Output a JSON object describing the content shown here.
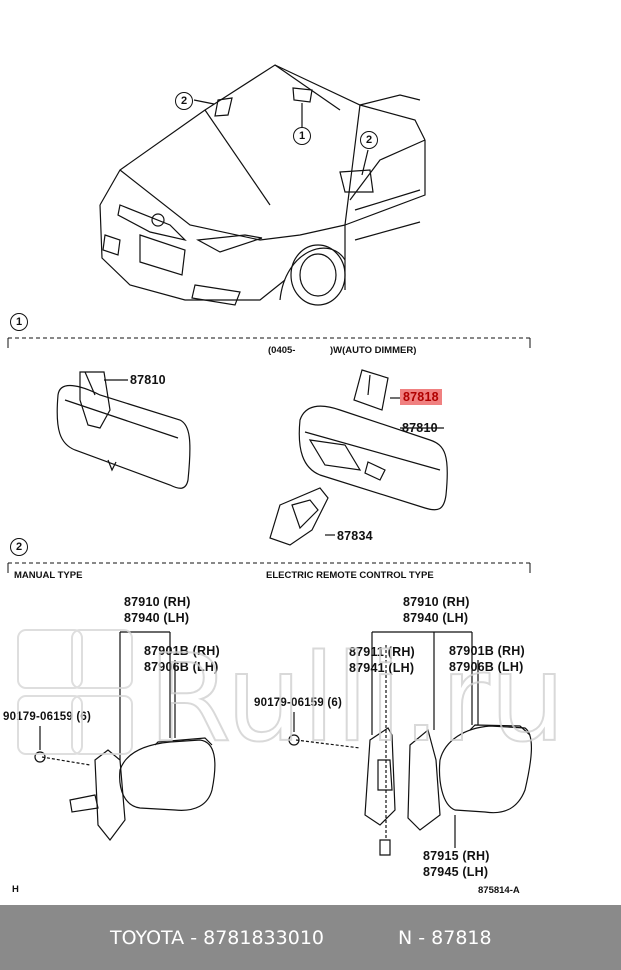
{
  "callouts": {
    "one": "1",
    "two": "2"
  },
  "section1": {
    "header_left": "(0405-",
    "header_right": ")W(AUTO DIMMER)",
    "parts": {
      "left_mirror": "87810",
      "cover": "87818",
      "right_mirror": "87810",
      "bracket": "87834"
    }
  },
  "section2": {
    "header_manual": "MANUAL TYPE",
    "header_electric": "ELECTRIC REMOTE CONTROL TYPE",
    "manual": {
      "p1": "87910 (RH)",
      "p2": "87940 (LH)",
      "p3": "87901B (RH)",
      "p4": "87906B (LH)",
      "screw": "90179-06159 (6)"
    },
    "electric": {
      "p1": "87910 (RH)",
      "p2": "87940 (LH)",
      "p3": "87911 (RH)",
      "p4": "87941 (LH)",
      "p5": "87901B (RH)",
      "p6": "87906B (LH)",
      "screw": "90179-06159 (6)",
      "p7": "87915 (RH)",
      "p8": "87945 (LH)"
    },
    "bottom_left": "H",
    "figure_id": "875814-A"
  },
  "watermark": "Rulli.ru",
  "footer": {
    "brand_part": "TOYOTA - 8781833010",
    "ref": "N - 87818"
  },
  "colors": {
    "highlight": "#f08080",
    "footer_bg": "#8a8a8a"
  }
}
